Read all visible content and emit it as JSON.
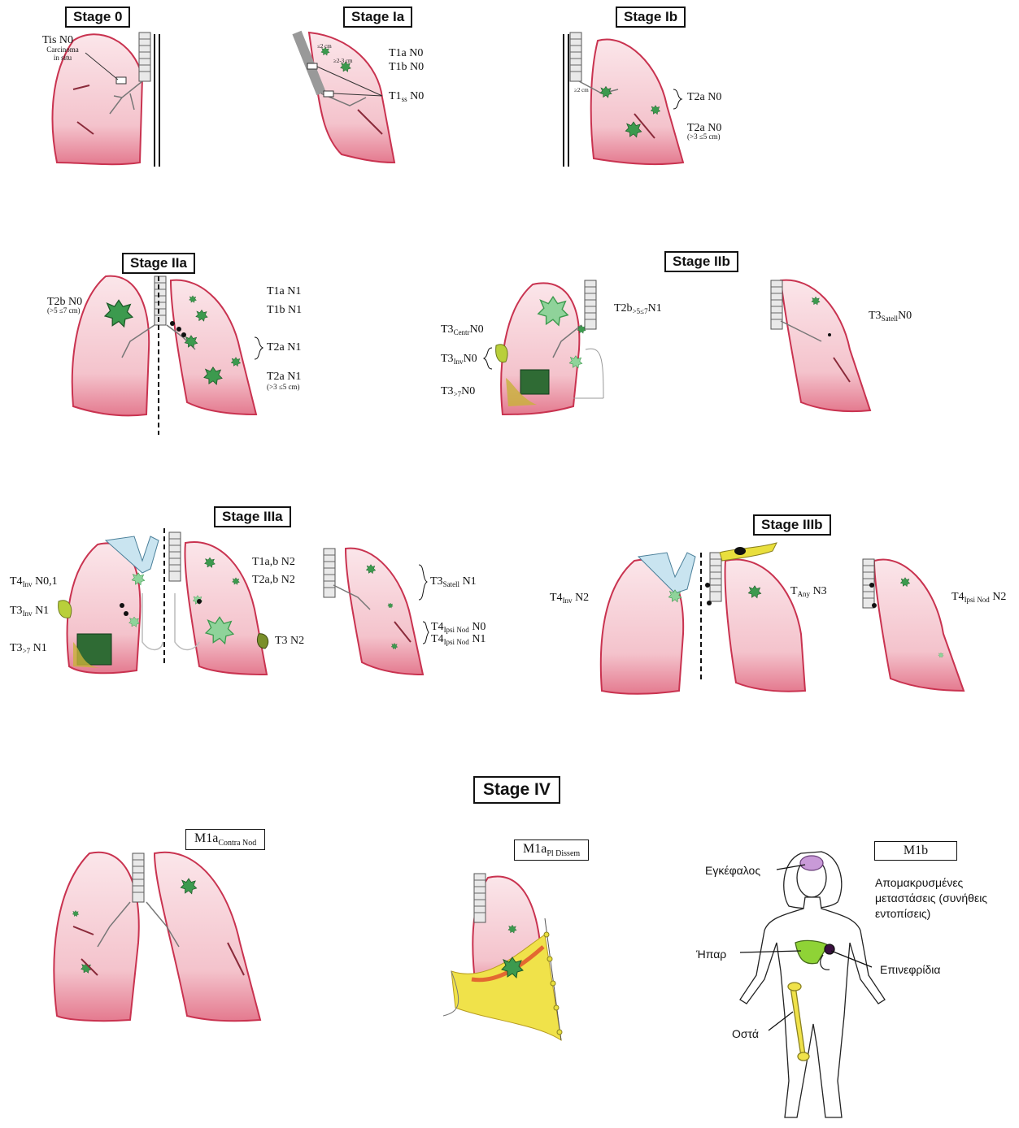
{
  "stages": {
    "s0": "Stage 0",
    "s1a": "Stage Ia",
    "s1b": "Stage Ib",
    "s2a": "Stage IIa",
    "s2b": "Stage IIb",
    "s3a": "Stage IIIa",
    "s3b": "Stage IIIb",
    "s4": "Stage IV"
  },
  "stage0": {
    "label": "Tis N0",
    "sublabel": "Carcinoma in situ"
  },
  "stage1a": {
    "t1a": "T1a N0",
    "t1b": "T1b N0",
    "t1ss_main": "T1",
    "t1ss_sub": "ss",
    "t1ss_tail": " N0",
    "size1": "≤2 cm",
    "size2": "≥2-3 cm"
  },
  "stage1b": {
    "t2a_1": "T2a N0",
    "t2a_2": "T2a N0",
    "t2a_2_note": "(>3 ≤5 cm)",
    "size": "≥2 cm"
  },
  "stage2a": {
    "t2b": "T2b N0",
    "t2b_note": "(>5 ≤7 cm)",
    "t1a": "T1a N1",
    "t1b": "T1b N1",
    "t2a": "T2a N1",
    "t2a2": "T2a N1",
    "t2a2_note": "(>3 ≤5 cm)"
  },
  "stage2b": {
    "t2b_main": "T2b",
    "t2b_sub": ">5≤7",
    "t2b_tail": "N1",
    "centr_main": "T3",
    "centr_sub": "Centr",
    "centr_tail": "N0",
    "inv_main": "T3",
    "inv_sub": "Inv",
    "inv_tail": "N0",
    "gt7_main": "T3",
    "gt7_sub": ">7",
    "gt7_tail": "N0",
    "satell_main": "T3",
    "satell_sub": "Satell",
    "satell_tail": "N0"
  },
  "stage3a": {
    "t4inv_main": "T4",
    "t4inv_sub": "Inv",
    "t4inv_tail": " N0,1",
    "t3inv_main": "T3",
    "t3inv_sub": "Inv",
    "t3inv_tail": " N1",
    "t3gt7_main": "T3",
    "t3gt7_sub": ">7",
    "t3gt7_tail": " N1",
    "t1ab": "T1a,b N2",
    "t2ab": "T2a,b N2",
    "t3n2": "T3 N2",
    "satell_main": "T3",
    "satell_sub": "Satell",
    "satell_tail": " N1",
    "ipsi1_main": "T4",
    "ipsi1_sub": "Ipsi Nod",
    "ipsi1_tail": " N0",
    "ipsi2_main": "T4",
    "ipsi2_sub": "Ipsi Nod",
    "ipsi2_tail": " N1"
  },
  "stage3b": {
    "t4inv_main": "T4",
    "t4inv_sub": "Inv",
    "t4inv_tail": " N2",
    "tany_main": "T",
    "tany_sub": "Any",
    "tany_tail": " N3",
    "ipsi_main": "T4",
    "ipsi_sub": "Ipsi Nod",
    "ipsi_tail": " N2"
  },
  "stage4": {
    "m1a_contra_main": "M1a",
    "m1a_contra_sub": "Contra Nod",
    "m1a_pl_main": "M1a",
    "m1a_pl_sub": "Pl Dissem",
    "m1b": "M1b",
    "brain": "Εγκέφαλος",
    "distant": "Απομακρυσμένες μεταστάσεις (συνήθεις εντοπίσεις)",
    "liver": "Ήπαρ",
    "adrenal": "Επινεφρίδια",
    "bones": "Οστά"
  },
  "colors": {
    "lung_fill": "#f3c6cf",
    "lung_edge": "#d93a58",
    "tumor": "#3c9a4e",
    "tumor_light": "#8fd39a",
    "pleura": "#e9df3d",
    "organ_green": "#8fd336",
    "brain": "#c99ad8"
  }
}
